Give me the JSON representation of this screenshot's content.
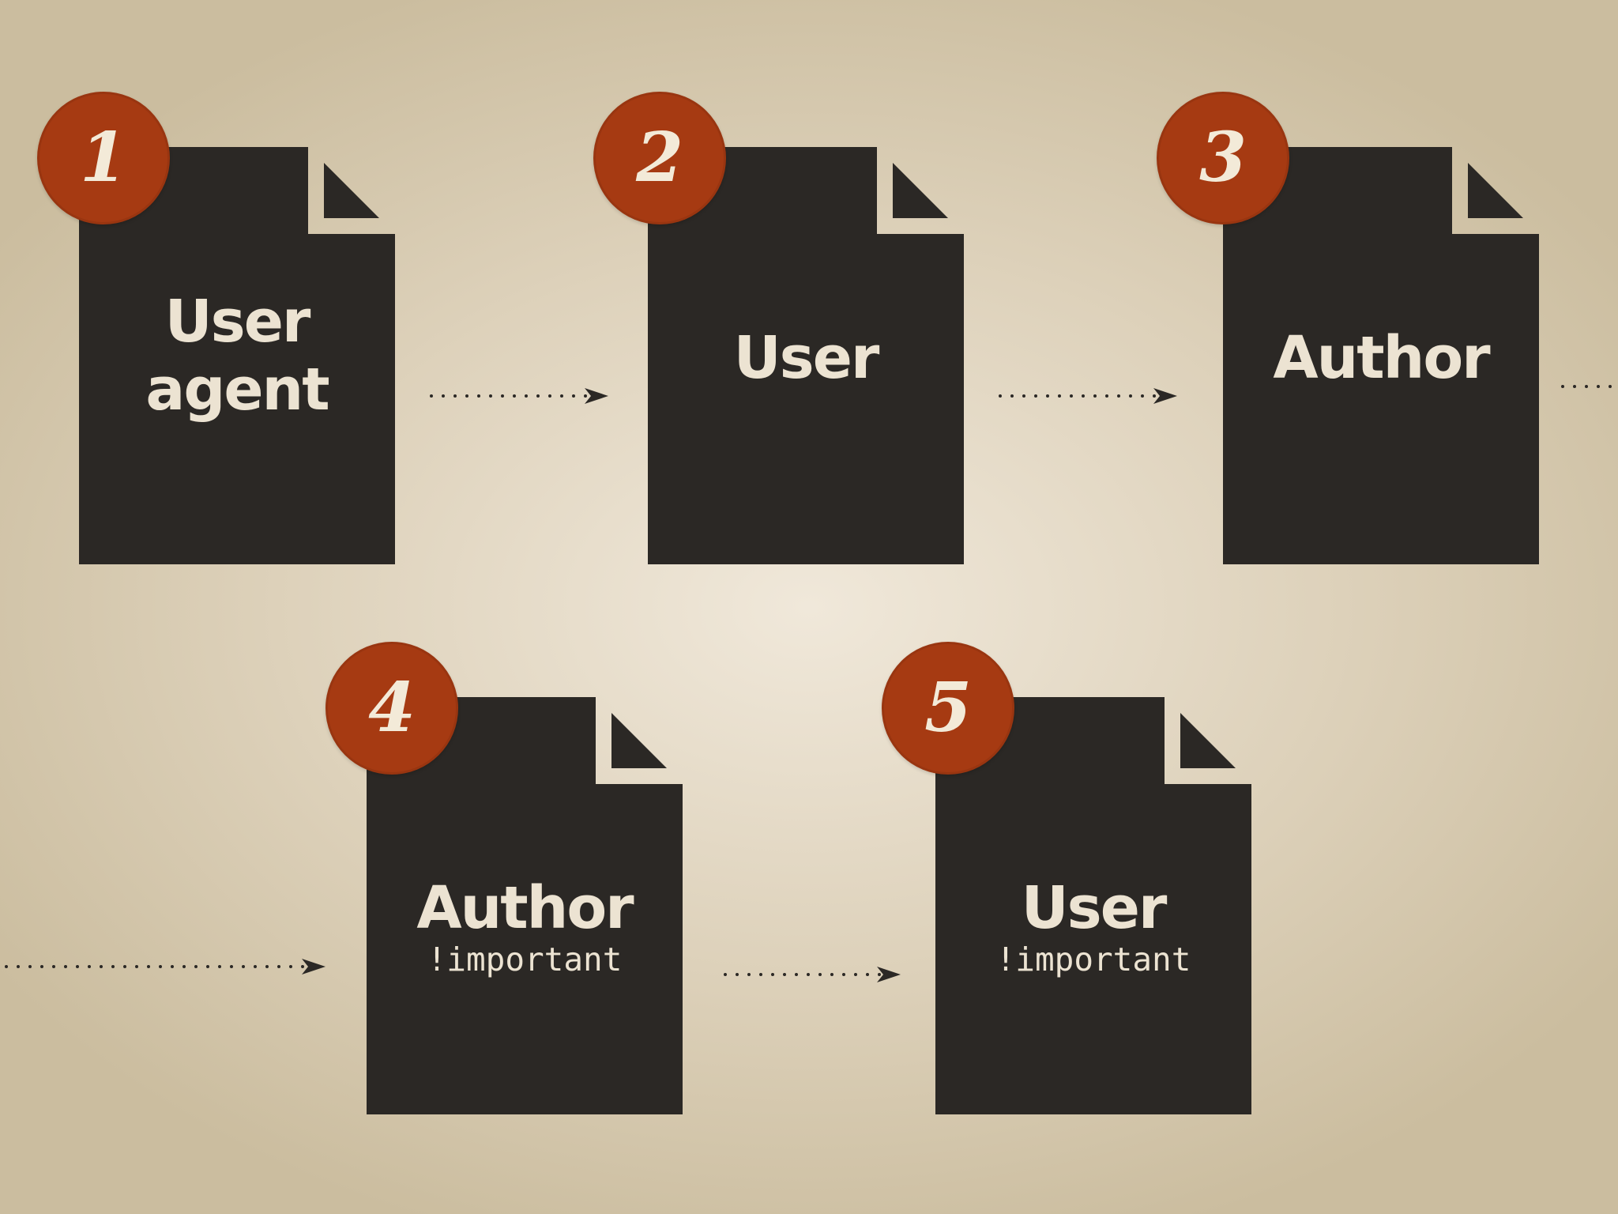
{
  "colors": {
    "document": "#2b2825",
    "fold": "#2b2825",
    "badge": "#a63a12",
    "text": "#ece3d2",
    "arrow": "#2b2825"
  },
  "steps": [
    {
      "number": "1",
      "title_line1": "User",
      "title_line2": "agent",
      "subtitle": ""
    },
    {
      "number": "2",
      "title_line1": "User",
      "title_line2": "",
      "subtitle": ""
    },
    {
      "number": "3",
      "title_line1": "Author",
      "title_line2": "",
      "subtitle": ""
    },
    {
      "number": "4",
      "title_line1": "Author",
      "title_line2": "",
      "subtitle": "!important"
    },
    {
      "number": "5",
      "title_line1": "User",
      "title_line2": "",
      "subtitle": "!important"
    }
  ]
}
